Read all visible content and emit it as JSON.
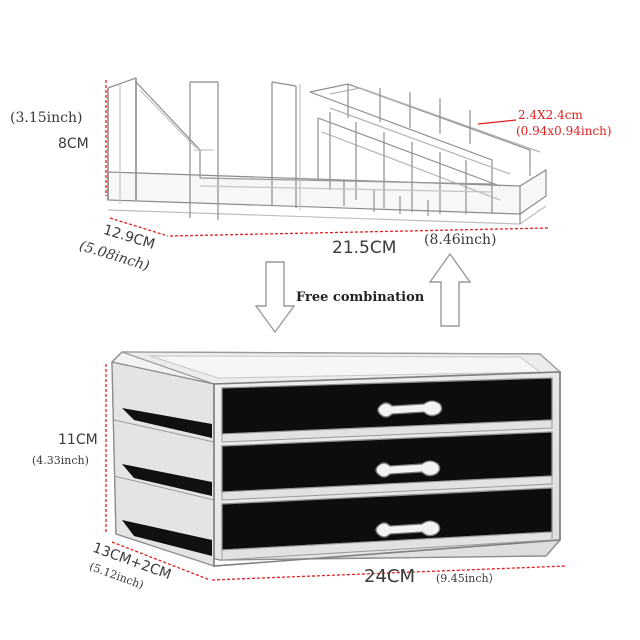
{
  "top_organizer": {
    "height_inch": "(3.15inch)",
    "height_cm": "8CM",
    "compartment_size_cm": "2.4X2.4cm",
    "compartment_size_inch": "(0.94x0.94inch)",
    "depth_cm": "12.9CM",
    "depth_inch": "(5.08inch)",
    "width_cm": "21.5CM",
    "width_inch": "(8.46inch)"
  },
  "middle": {
    "label": "Free combination"
  },
  "drawer_unit": {
    "height_cm": "11CM",
    "height_inch": "(4.33inch)",
    "depth_cm": "13CM+2CM",
    "depth_inch": "(5.12inch)",
    "width_cm": "24CM",
    "width_inch": "(9.45inch）",
    "drawer_count": 3
  },
  "colors": {
    "dimension_line": "#e02020",
    "drawer_lining": "#0d0d0d",
    "acrylic_edge": "#9a9a9a"
  }
}
